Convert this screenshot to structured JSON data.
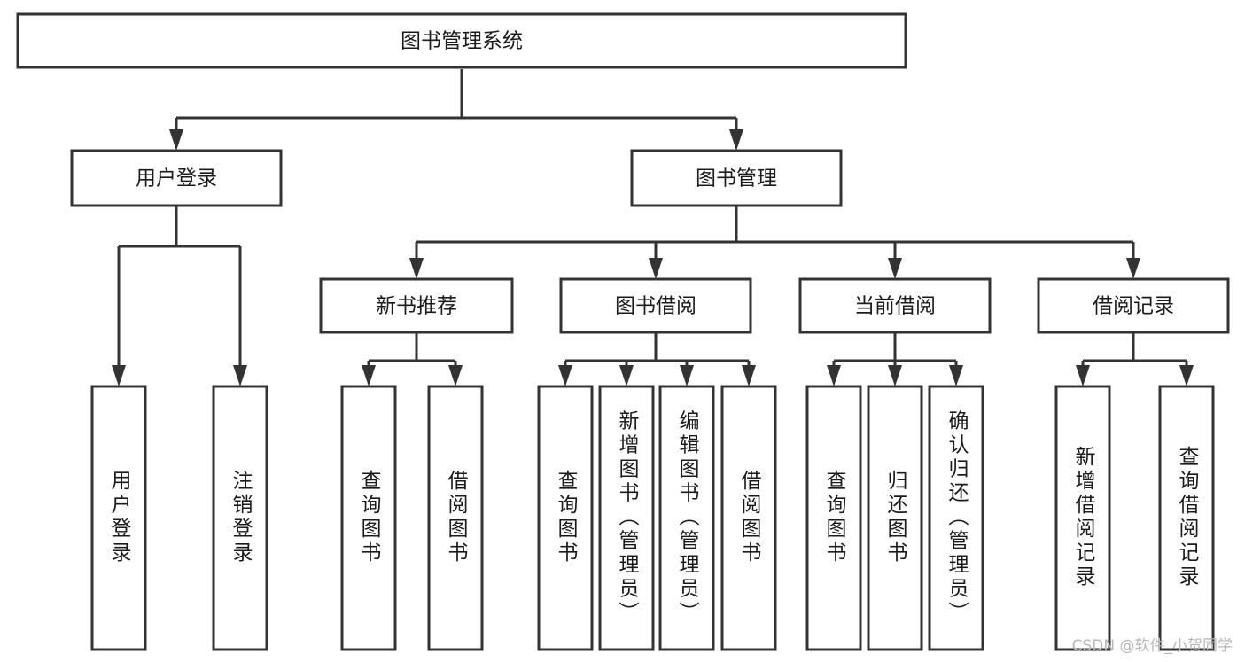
{
  "diagram": {
    "type": "tree-hierarchy",
    "title": "图书管理系统",
    "orientation": "top-down",
    "watermark": "CSDN @软件_小贺同学",
    "colors": {
      "box_fill": "#ffffff",
      "box_stroke": "#333333",
      "text": "#1b1b1b",
      "background": "#ffffff",
      "watermark": "#b8b8b8"
    },
    "root": {
      "id": "root",
      "label": "图书管理系统"
    },
    "level2": [
      {
        "id": "user-login",
        "label": "用户登录"
      },
      {
        "id": "book-manage",
        "label": "图书管理"
      }
    ],
    "level3": [
      {
        "id": "new-book-rec",
        "label": "新书推荐",
        "parent": "book-manage"
      },
      {
        "id": "book-borrow",
        "label": "图书借阅",
        "parent": "book-manage"
      },
      {
        "id": "current-borrow",
        "label": "当前借阅",
        "parent": "book-manage"
      },
      {
        "id": "borrow-record",
        "label": "借阅记录",
        "parent": "book-manage"
      }
    ],
    "leaves": [
      {
        "id": "leaf-user-login",
        "label": "用户登录",
        "parent": "user-login"
      },
      {
        "id": "leaf-logout",
        "label": "注销登录",
        "parent": "user-login"
      },
      {
        "id": "leaf-query-book-1",
        "label": "查询图书",
        "parent": "new-book-rec"
      },
      {
        "id": "leaf-borrow-book-1",
        "label": "借阅图书",
        "parent": "new-book-rec"
      },
      {
        "id": "leaf-query-book-2",
        "label": "查询图书",
        "parent": "book-borrow"
      },
      {
        "id": "leaf-add-book",
        "label": "新增图书（管理员）",
        "parent": "book-borrow"
      },
      {
        "id": "leaf-edit-book",
        "label": "编辑图书（管理员）",
        "parent": "book-borrow"
      },
      {
        "id": "leaf-borrow-book-2",
        "label": "借阅图书",
        "parent": "book-borrow"
      },
      {
        "id": "leaf-query-book-3",
        "label": "查询图书",
        "parent": "current-borrow"
      },
      {
        "id": "leaf-return-book",
        "label": "归还图书",
        "parent": "current-borrow"
      },
      {
        "id": "leaf-confirm-return",
        "label": "确认归还（管理员）",
        "parent": "current-borrow"
      },
      {
        "id": "leaf-add-record",
        "label": "新增借阅记录",
        "parent": "borrow-record"
      },
      {
        "id": "leaf-query-record",
        "label": "查询借阅记录",
        "parent": "borrow-record"
      }
    ]
  }
}
